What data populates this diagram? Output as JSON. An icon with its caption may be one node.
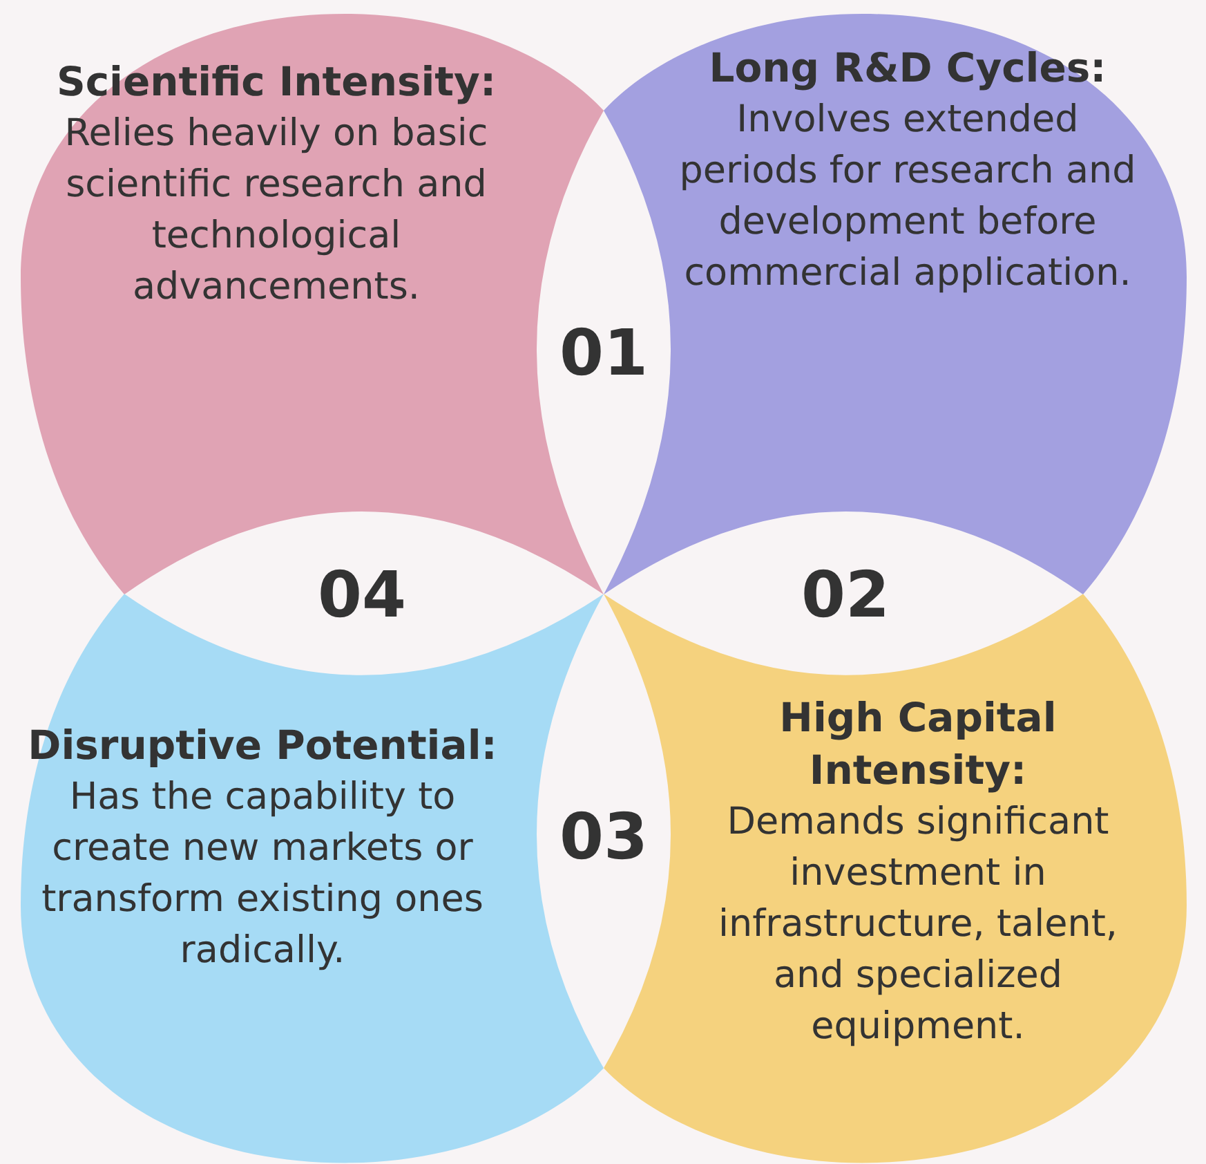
{
  "diagram": {
    "nodes": [
      {
        "text": [
          "Scientific Intensity:",
          "Relies heavily on basic scientific research and technological advancements."
        ]
      },
      {
        "text": [
          "Long R&D Cycles:",
          "Involves extended periods for research and development before commercial application."
        ]
      },
      {
        "text": [
          "Disruptive Potential:",
          "Has the capability to create new markets or transform existing ones radically."
        ]
      },
      {
        "text": [
          "High Capital Intensity:",
          "Demands significant investment in infrastructure, talent, and specialized equipment."
        ]
      }
    ],
    "labels": [
      "01",
      "04",
      "02",
      "03"
    ]
  }
}
